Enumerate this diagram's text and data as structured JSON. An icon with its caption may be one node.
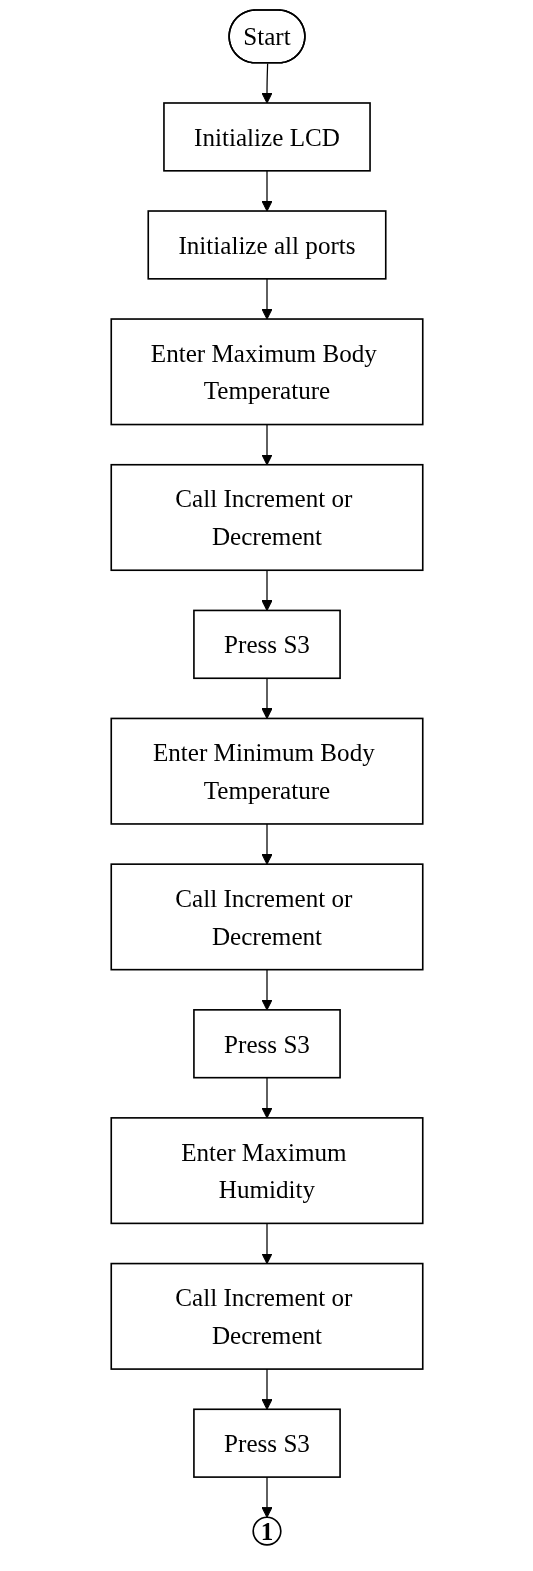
{
  "diagram": {
    "nodes": [
      {
        "text": [
          "Start"
        ]
      },
      {
        "text": [
          "Initialize LCD"
        ]
      },
      {
        "text": [
          "Initialize all ports"
        ]
      },
      {
        "text": [
          "Enter Maximum Body Temperature"
        ]
      },
      {
        "text": [
          "Call Increment or Decrement"
        ]
      },
      {
        "text": [
          "Press S3"
        ]
      },
      {
        "text": [
          "Enter Minimum Body Temperature"
        ]
      },
      {
        "text": [
          "Call Increment or Decrement"
        ]
      },
      {
        "text": [
          "Press S3"
        ]
      },
      {
        "text": [
          "Enter Maximum Humidity"
        ]
      },
      {
        "text": [
          "Call Increment or Decrement"
        ]
      },
      {
        "text": [
          "Press S3"
        ]
      },
      {
        "text": [
          "1"
        ]
      }
    ],
    "edges": [
      {
        "from": 0,
        "to": 1,
        "arrow": "to"
      },
      {
        "from": 1,
        "to": 2,
        "arrow": "to"
      },
      {
        "from": 2,
        "to": 3,
        "arrow": "to"
      },
      {
        "from": 3,
        "to": 4,
        "arrow": "to"
      },
      {
        "from": 4,
        "to": 5,
        "arrow": "to"
      },
      {
        "from": 5,
        "to": 6,
        "arrow": "to"
      },
      {
        "from": 6,
        "to": 7,
        "arrow": "to"
      },
      {
        "from": 7,
        "to": 8,
        "arrow": "to"
      },
      {
        "from": 8,
        "to": 9,
        "arrow": "to"
      },
      {
        "from": 9,
        "to": 10,
        "arrow": "to"
      },
      {
        "from": 10,
        "to": 11,
        "arrow": "to"
      },
      {
        "from": 11,
        "to": 12,
        "arrow": "to"
      }
    ]
  }
}
